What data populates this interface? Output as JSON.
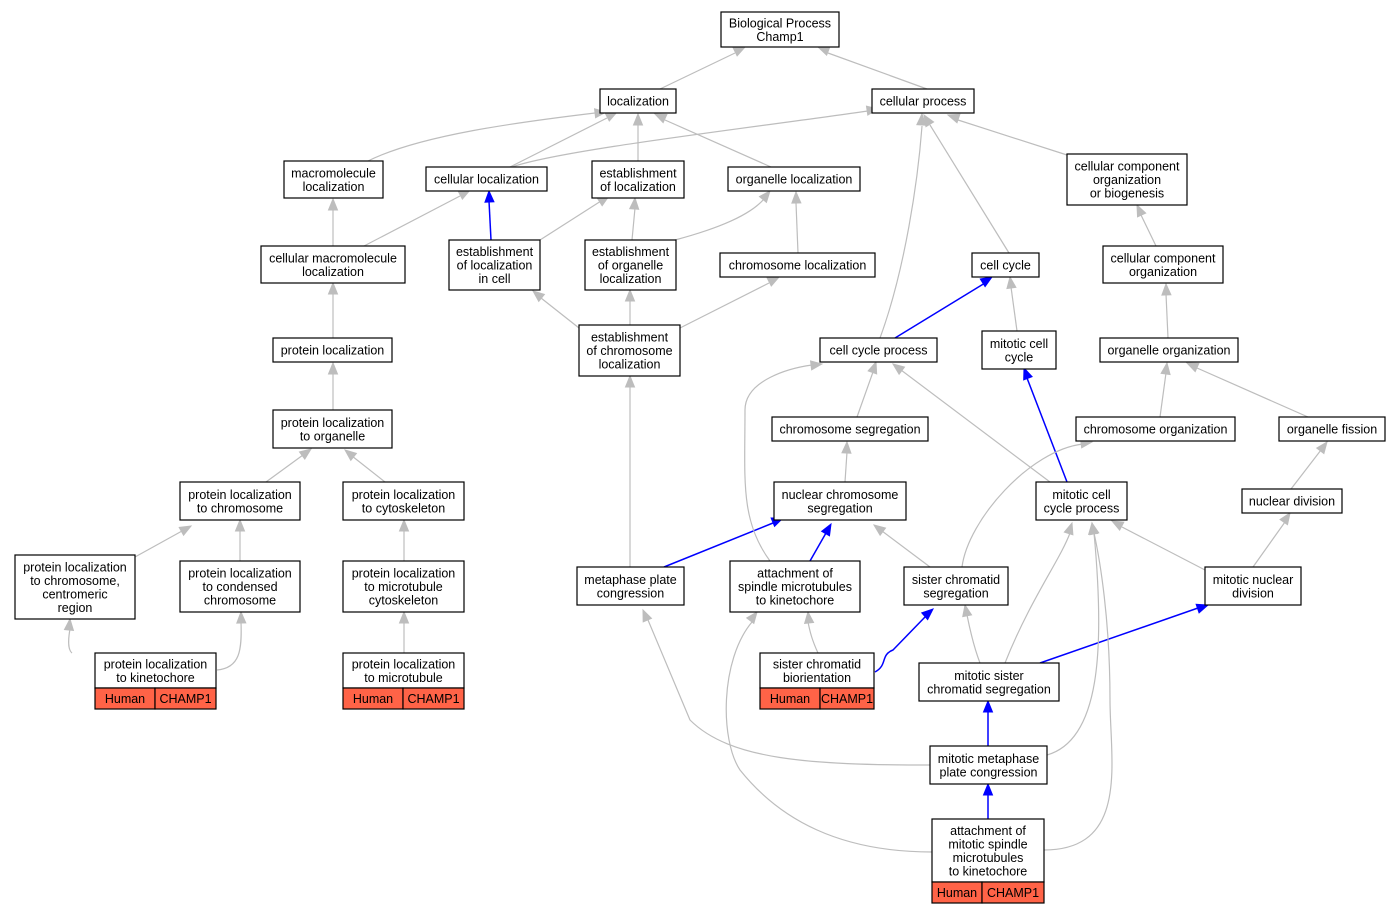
{
  "colors": {
    "gene_fill": "#ff6347",
    "edge_gray": "#bdbdbd",
    "edge_blue": "#0000ff"
  },
  "gene_table": {
    "species": "Human",
    "gene": "CHAMP1"
  },
  "nodes": {
    "root": [
      "Biological Process",
      "Champ1"
    ],
    "localization": [
      "localization"
    ],
    "cellular_process": [
      "cellular process"
    ],
    "macromolecule_localization": [
      "macromolecule",
      "localization"
    ],
    "cellular_localization": [
      "cellular localization"
    ],
    "establishment_of_localization": [
      "establishment",
      "of localization"
    ],
    "organelle_localization": [
      "organelle localization"
    ],
    "ccob": [
      "cellular component",
      "organization",
      "or biogenesis"
    ],
    "cellular_macromolecule_localization": [
      "cellular macromolecule",
      "localization"
    ],
    "est_loc_in_cell": [
      "establishment",
      "of localization",
      "in cell"
    ],
    "est_organelle_loc": [
      "establishment",
      "of organelle",
      "localization"
    ],
    "chromosome_localization": [
      "chromosome localization"
    ],
    "cell_cycle": [
      "cell cycle"
    ],
    "cco": [
      "cellular component",
      "organization"
    ],
    "protein_localization": [
      "protein localization"
    ],
    "est_chromosome_loc": [
      "establishment",
      "of chromosome",
      "localization"
    ],
    "cell_cycle_process": [
      "cell cycle process"
    ],
    "mitotic_cell_cycle": [
      "mitotic cell",
      "cycle"
    ],
    "organelle_organization": [
      "organelle organization"
    ],
    "prot_loc_organelle": [
      "protein localization",
      "to organelle"
    ],
    "chromosome_segregation": [
      "chromosome segregation"
    ],
    "chromosome_organization": [
      "chromosome organization"
    ],
    "organelle_fission": [
      "organelle fission"
    ],
    "prot_loc_chromosome": [
      "protein localization",
      "to chromosome"
    ],
    "prot_loc_cytoskeleton": [
      "protein localization",
      "to cytoskeleton"
    ],
    "nuclear_chromosome_segregation": [
      "nuclear chromosome",
      "segregation"
    ],
    "mitotic_cell_cycle_process": [
      "mitotic cell",
      "cycle process"
    ],
    "nuclear_division": [
      "nuclear division"
    ],
    "prot_loc_centromeric": [
      "protein localization",
      "to chromosome,",
      "centromeric",
      "region"
    ],
    "prot_loc_condensed": [
      "protein localization",
      "to condensed",
      "chromosome"
    ],
    "prot_loc_mt_cytoskeleton": [
      "protein localization",
      "to microtubule",
      "cytoskeleton"
    ],
    "metaphase_plate_congression": [
      "metaphase plate",
      "congression"
    ],
    "attachment_spindle": [
      "attachment of",
      "spindle microtubules",
      "to kinetochore"
    ],
    "sister_chromatid_segregation": [
      "sister chromatid",
      "segregation"
    ],
    "mitotic_nuclear_division": [
      "mitotic nuclear",
      "division"
    ],
    "prot_loc_kinetochore": [
      "protein localization",
      "to kinetochore"
    ],
    "prot_loc_microtubule": [
      "protein localization",
      "to microtubule"
    ],
    "sister_chromatid_biorientation": [
      "sister chromatid",
      "biorientation"
    ],
    "mitotic_sister_chromatid_segregation": [
      "mitotic sister",
      "chromatid segregation"
    ],
    "mitotic_metaphase_plate_congression": [
      "mitotic metaphase",
      "plate congression"
    ],
    "attachment_mitotic_spindle": [
      "attachment of",
      "mitotic spindle",
      "microtubules",
      "to kinetochore"
    ]
  }
}
